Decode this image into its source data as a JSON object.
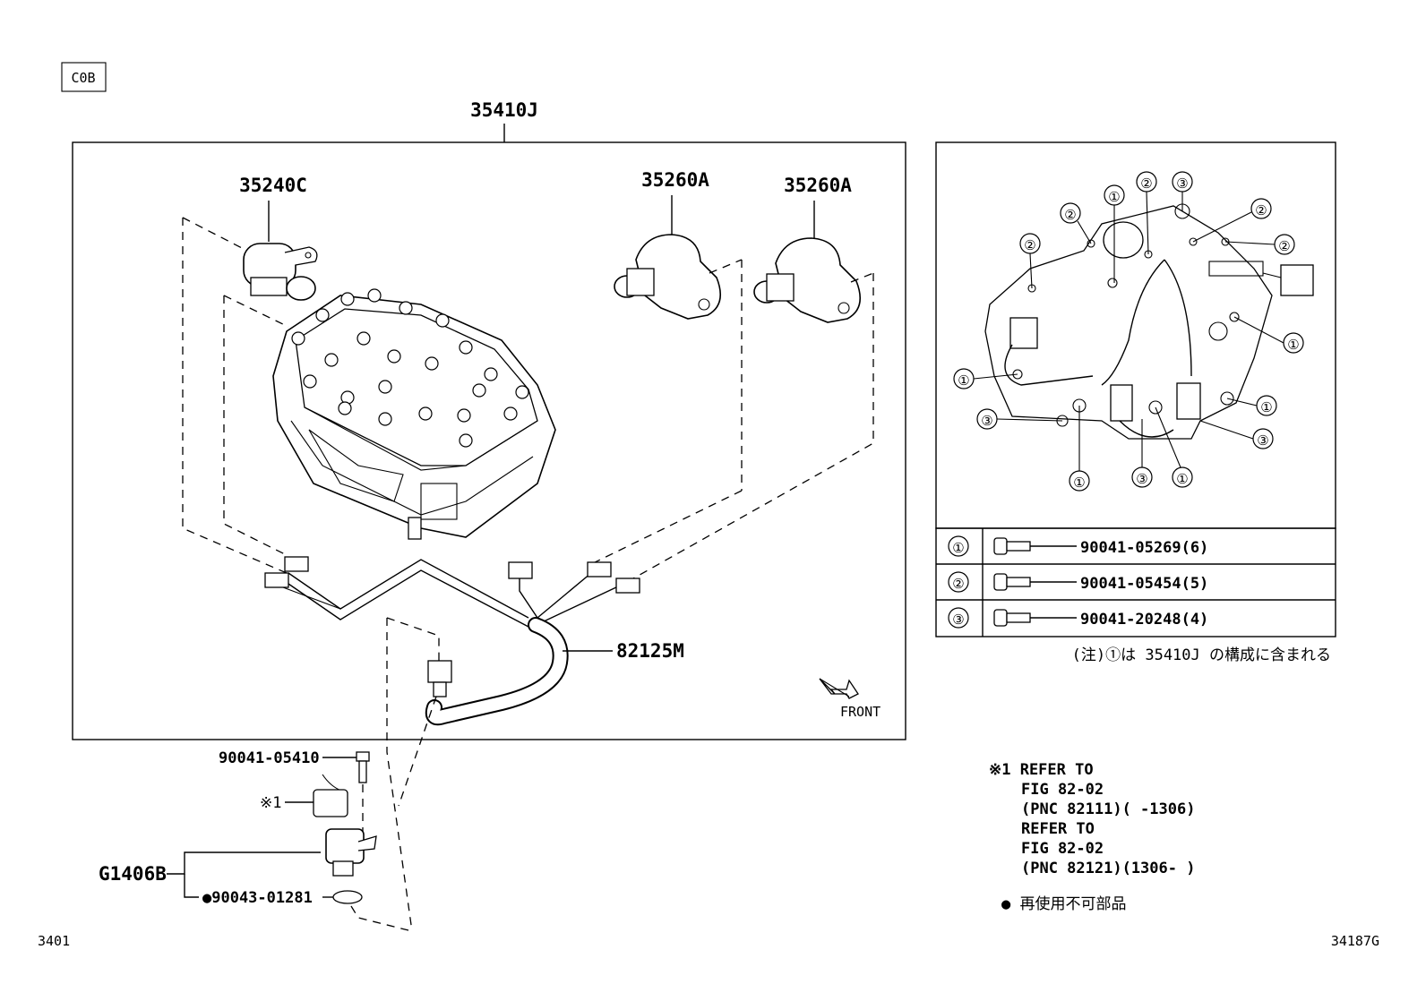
{
  "code_box": "C0B",
  "assembly_part": "35410J",
  "callouts": {
    "solenoid_c": "35240C",
    "solenoid_a1": "35260A",
    "solenoid_a2": "35260A",
    "harness": "82125M",
    "front": "FRONT",
    "bolt_90041_05410": "90041-05410",
    "ref_mark": "※1",
    "sensor_group": "G1406B",
    "oring_90043": "●90043-01281"
  },
  "detail_circles": [
    "①",
    "②",
    "③"
  ],
  "bolt_table": [
    {
      "mark": "①",
      "part": "90041-05269(6)"
    },
    {
      "mark": "②",
      "part": "90041-05454(5)"
    },
    {
      "mark": "③",
      "part": "90041-20248(4)"
    }
  ],
  "table_note": "(注)①は 35410J の構成に含まれる",
  "reference_notes": [
    "※1 REFER TO",
    "FIG 82-02",
    "(PNC 82111)(     -1306)",
    "REFER TO",
    "FIG 82-02",
    "(PNC 82121)(1306-     )"
  ],
  "legend": "● 再使用不可部品",
  "page_number_left": "3401",
  "illustration_code": "34187G"
}
